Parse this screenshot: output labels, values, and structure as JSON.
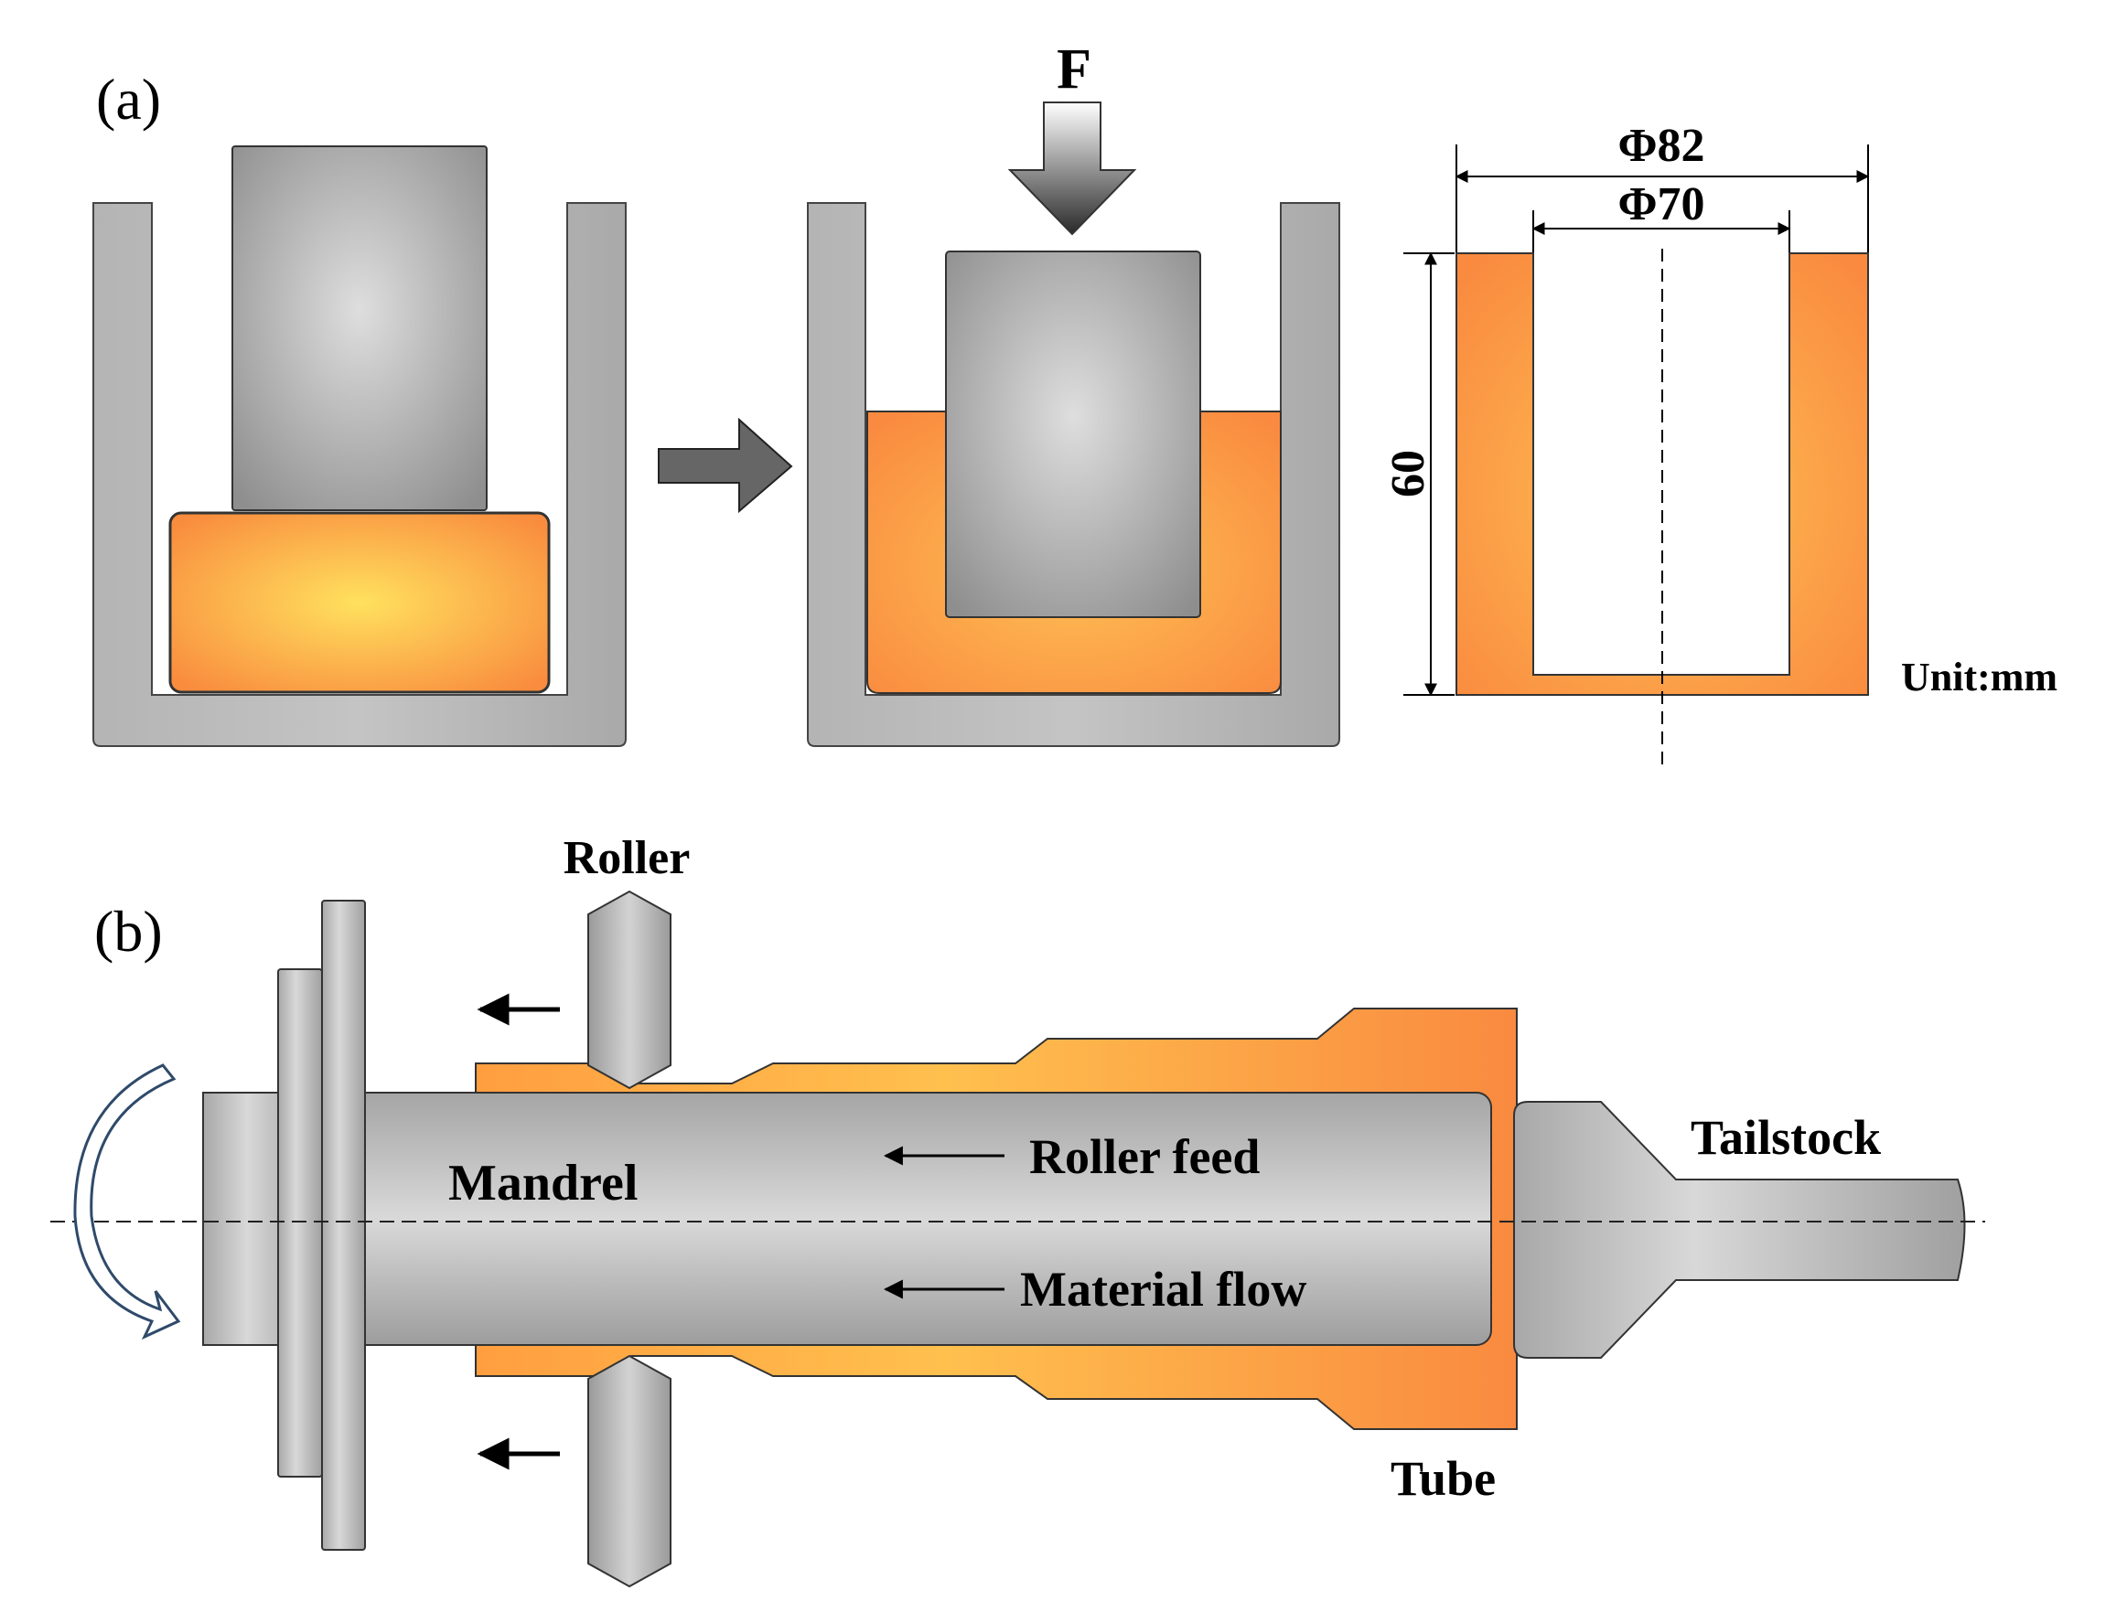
{
  "panel_a": {
    "label": "(a)",
    "force_label": "F",
    "dim_outer": "Φ82",
    "dim_inner": "Φ70",
    "dim_height": "60",
    "unit": "Unit:mm"
  },
  "panel_b": {
    "label": "(b)",
    "roller": "Roller",
    "mandrel": "Mandrel",
    "roller_feed": "Roller feed",
    "material_flow": "Material flow",
    "tailstock": "Tailstock",
    "tube": "Tube"
  },
  "colors": {
    "metal_light": "#dcdcdc",
    "metal_dark": "#8c8c8c",
    "hot_center": "#ffe060",
    "hot_edge": "#f98c3e",
    "arrow_dark": "#5e5e5e"
  }
}
